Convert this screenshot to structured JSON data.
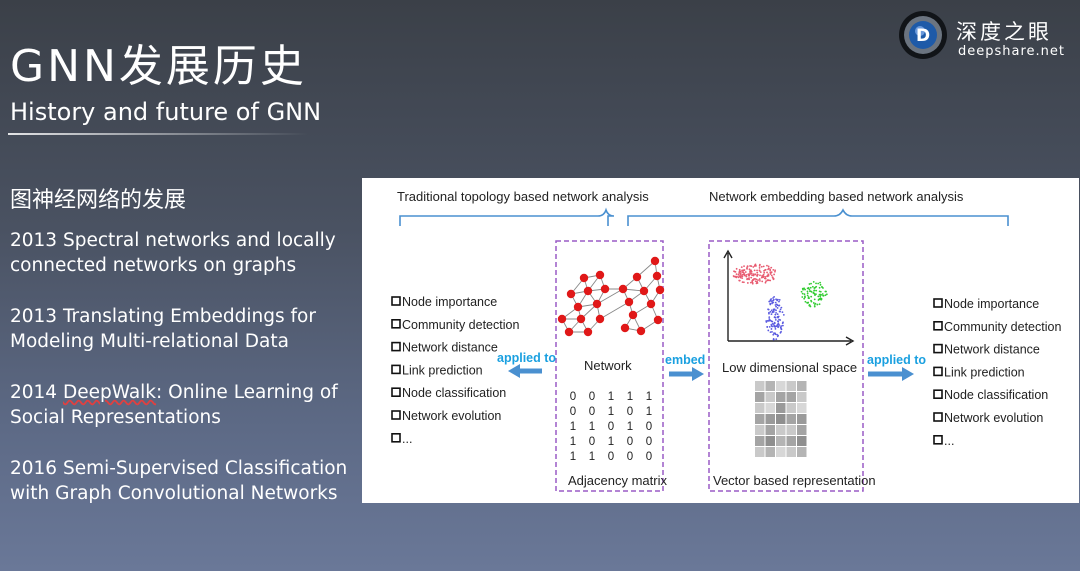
{
  "slide": {
    "title": "GNN发展历史",
    "subtitle": "History and future of GNN"
  },
  "logo": {
    "name": "深度之眼",
    "url": "deepshare.net",
    "letter": "D",
    "accent": "#1e5aa8"
  },
  "section": {
    "heading": "图神经网络的发展",
    "milestones": [
      {
        "lines": [
          "2013 Spectral networks and locally",
          "connected networks on graphs"
        ]
      },
      {
        "lines": [
          "2013 Translating Embeddings for",
          "Modeling Multi-relational Data"
        ]
      },
      {
        "pre": "2014 ",
        "marked": "DeepWalk",
        "post": ": Online Learning of",
        "line2": "Social Representations"
      },
      {
        "lines": [
          "2016 Semi-Supervised Classification",
          "with Graph Convolutional Networks"
        ]
      }
    ]
  },
  "figure": {
    "left_brace_label": "Traditional topology based network analysis",
    "right_brace_label": "Network embedding based network analysis",
    "left_tasks": [
      "Node importance",
      "Community detection",
      "Network distance",
      "Link prediction",
      "Node classification",
      "Network evolution",
      "..."
    ],
    "right_tasks": [
      "Node importance",
      "Community detection",
      "Network distance",
      "Link prediction",
      "Node classification",
      "Network evolution",
      "..."
    ],
    "arrow_left_label": "applied to",
    "arrow_embed_label": "embed",
    "arrow_right_label": "applied to",
    "network_label": "Network",
    "matrix": [
      [
        0,
        0,
        1,
        1,
        1
      ],
      [
        0,
        0,
        1,
        0,
        1
      ],
      [
        1,
        1,
        0,
        1,
        0
      ],
      [
        1,
        0,
        1,
        0,
        0
      ],
      [
        1,
        1,
        0,
        0,
        0
      ]
    ],
    "adjacency_caption": "Adjacency matrix",
    "low_dim_label": "Low dimensional space",
    "vector_caption": "Vector based representation",
    "colors": {
      "brace": "#4a90d0",
      "dashed_box": "#9a5cc6",
      "arrow": "#4a90d0",
      "arrow_text": "#1aa0e0",
      "node": "#e01818",
      "cluster_red": "#e85a70",
      "cluster_green": "#33cc33",
      "cluster_blue": "#5a5ae0"
    }
  }
}
